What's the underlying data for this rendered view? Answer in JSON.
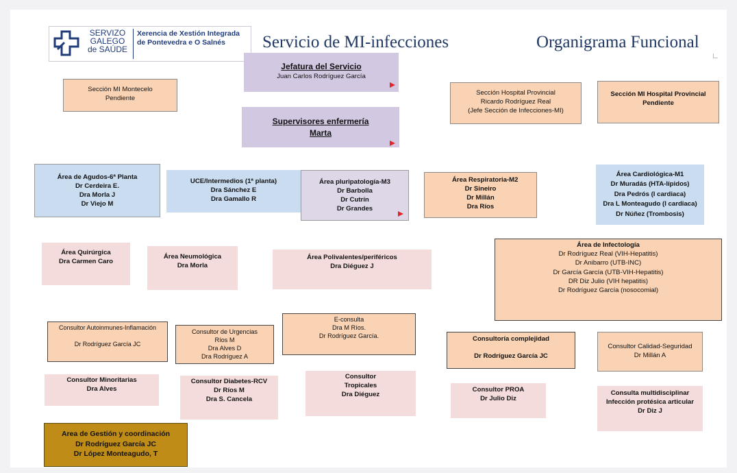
{
  "logo": {
    "line1": "SERVIZO",
    "line2": "GALEGO",
    "line3": "de SAÚDE",
    "xerencia_line1": "Xerencia de Xestión Integrada",
    "xerencia_line2": "de Pontevedra e O Salnés"
  },
  "titles": {
    "service": "Servicio de MI-infecciones",
    "chart": "Organigrama Funcional"
  },
  "boxes": {
    "jefatura": {
      "l1": "Jefatura del Servicio",
      "l2": "Juan Carlos Rodríguez García"
    },
    "supervisores": {
      "l1": "Supervisores enfermería",
      "l2": "Marta"
    },
    "montecelo": {
      "l1": "Sección MI Montecelo",
      "l2": "Pendiente"
    },
    "hosp_prov": {
      "l1": "Sección Hospital Provincial",
      "l2": "Ricardo Rodríguez Real",
      "l3": "(Jefe Sección de Infecciones-MI)"
    },
    "mi_hosp_prov": {
      "l1": "Sección MI Hospital Provincial",
      "l2": "Pendiente"
    },
    "agudos": {
      "l1": "Área de Agudos-6ª Planta",
      "l2": "Dr Cerdeira E.",
      "l3": "Dra Morla J",
      "l4": "Dr Viejo M"
    },
    "uce": {
      "l1": "UCE/Intermedios (1ª planta)",
      "l2": "Dra Sánchez E",
      "l3": "Dra Gamallo R"
    },
    "pluripatologia": {
      "l1": "Área pluripatología-M3",
      "l2": "Dr Barbolla",
      "l3": "Dr Cutrín",
      "l4": "Dr Grandes"
    },
    "respiratoria": {
      "l1": "Área Respiratoria-M2",
      "l2": "Dr Sineiro",
      "l3": "Dr Millán",
      "l4": "Dra Ríos"
    },
    "cardiologica": {
      "l1": "Área Cardiológica-M1",
      "l2": "Dr Muradás (HTA-lípidos)",
      "l3": "Dra Pedrós (I cardiaca)",
      "l4": "Dra L Monteagudo (I cardiaca)",
      "l5": "Dr Núñez (Trombosis)"
    },
    "quirurgica": {
      "l1": "Área Quirúrgica",
      "l2": "Dra Carmen Caro"
    },
    "neumologica": {
      "l1": "Área Neumológica",
      "l2": "Dra Morla"
    },
    "polivalentes": {
      "l1": "Área Polivalentes/periféricos",
      "l2": "Dra Diéguez J"
    },
    "infectologia": {
      "l1": "Área de Infectología",
      "l2": "Dr Rodríguez Real (VIH-Hepatitis)",
      "l3": "Dr Anibarro (UTB-INC)",
      "l4": "Dr García García (UTB-VIH-Hepatitis)",
      "l5": "DR Diz Julio (VIH hepatitis)",
      "l6": "Dr Rodríguez García (nosocomial)"
    },
    "autoinmunes": {
      "l1": "Consultor Autoinmunes-Inflamación",
      "l2": "Dr Rodríguez García JC"
    },
    "urgencias": {
      "l1": "Consultor de Urgencias",
      "l2": "Ríos M",
      "l3": "Dra Alves D",
      "l4": "Dra Rodríguez A"
    },
    "econsulta": {
      "l1": "E-consulta",
      "l2": "Dra M Ríos.",
      "l3": "Dr Rodríguez García."
    },
    "complejidad": {
      "l1": "Consultoría complejidad",
      "l2": "Dr Rodríguez García JC"
    },
    "calidad": {
      "l1": "Consultor Calidad-Seguridad",
      "l2": "Dr Millán A"
    },
    "minoritarias": {
      "l1": "Consultor Minoritarias",
      "l2": "Dra Alves"
    },
    "diabetes": {
      "l1": "Consultor Diabetes-RCV",
      "l2": "Dr Ríos M",
      "l3": "Dra S. Cancela"
    },
    "tropicales": {
      "l1": "Consultor",
      "l2": "Tropicales",
      "l3": "Dra Diéguez"
    },
    "proa": {
      "l1": "Consultor PROA",
      "l2": "Dr Julio Diz"
    },
    "multidisciplinar": {
      "l1": "Consulta multidisciplinar",
      "l2": "Infección protésica articular",
      "l3": "Dr Diz J"
    },
    "gestion": {
      "l1": "Area de Gestión y coordinación",
      "l2": "Dr Rodríguez García JC",
      "l3": "Dr López Monteagudo, T"
    }
  },
  "colors": {
    "orange_box": "#fad3b4",
    "pink_box": "#f4dcdc",
    "blue_box": "#c9dcf0",
    "violet_box": "#d3c8e2",
    "gold_box": "#c08c18",
    "title_color": "#1f3864",
    "flag_red": "#e0262a"
  }
}
